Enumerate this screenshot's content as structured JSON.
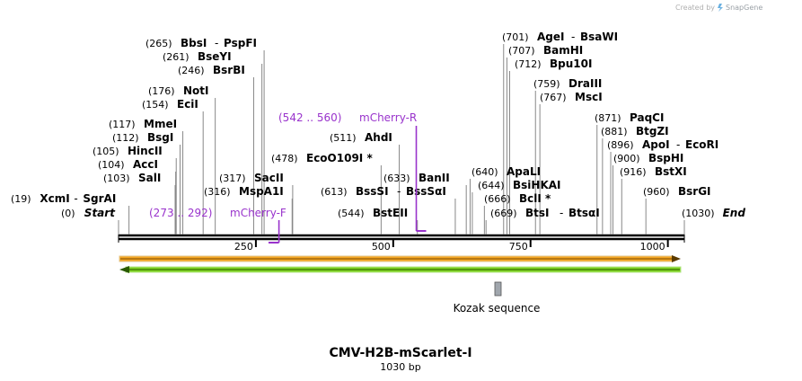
{
  "header": {
    "credit_prefix": "Created by",
    "credit_brand": "SnapGene"
  },
  "title": "CMV-H2B-mScarlet-I",
  "length_label": "1030 bp",
  "ruler": [
    {
      "pos": 250,
      "label": "250"
    },
    {
      "pos": 500,
      "label": "500"
    },
    {
      "pos": 750,
      "label": "750"
    },
    {
      "pos": 1000,
      "label": "1000"
    }
  ],
  "left_group": [
    {
      "num": "(265)",
      "enzymes": [
        "BbsI",
        "PspFI"
      ],
      "site": 265
    },
    {
      "num": "(261)",
      "enzymes": [
        "BseYI"
      ],
      "site": 261
    },
    {
      "num": "(246)",
      "enzymes": [
        "BsrBI"
      ],
      "site": 246
    },
    {
      "num": "(176)",
      "enzymes": [
        "NotI"
      ],
      "site": 176
    },
    {
      "num": "(154)",
      "enzymes": [
        "EciI"
      ],
      "site": 154
    },
    {
      "num": "(117)",
      "enzymes": [
        "MmeI"
      ],
      "site": 117
    },
    {
      "num": "(112)",
      "enzymes": [
        "BsgI"
      ],
      "site": 112
    },
    {
      "num": "(105)",
      "enzymes": [
        "HincII"
      ],
      "site": 105
    },
    {
      "num": "(104)",
      "enzymes": [
        "AccI"
      ],
      "site": 104
    },
    {
      "num": "(103)",
      "enzymes": [
        "SalI"
      ],
      "site": 103
    },
    {
      "num": "(19)",
      "enzymes": [
        "XcmI",
        "SgrAI"
      ],
      "site": 19
    },
    {
      "num": "(0)",
      "enzymes": [
        "Start"
      ],
      "site": 0,
      "italic": true
    }
  ],
  "mid_group": [
    {
      "num": "(317)",
      "enzymes": [
        "SacII"
      ],
      "site": 317
    },
    {
      "num": "(316)",
      "enzymes": [
        "MspA1I"
      ],
      "site": 316
    },
    {
      "num": "(478)",
      "enzymes": [
        "EcoO109I *"
      ],
      "site": 478
    },
    {
      "num": "(511)",
      "enzymes": [
        "AhdI"
      ],
      "site": 511
    },
    {
      "num": "(613)",
      "enzymes": [
        "BssSI",
        "BssSαI"
      ],
      "site": 613
    },
    {
      "num": "(544)",
      "enzymes": [
        "BstEII"
      ],
      "site": 544
    },
    {
      "num": "(633)",
      "enzymes": [
        "BanII"
      ],
      "site": 633
    }
  ],
  "right_group": [
    {
      "num": "(701)",
      "enzymes": [
        "AgeI",
        "BsaWI"
      ],
      "site": 701
    },
    {
      "num": "(707)",
      "enzymes": [
        "BamHI"
      ],
      "site": 707
    },
    {
      "num": "(712)",
      "enzymes": [
        "Bpu10I"
      ],
      "site": 712
    },
    {
      "num": "(759)",
      "enzymes": [
        "DraIII"
      ],
      "site": 759
    },
    {
      "num": "(767)",
      "enzymes": [
        "MscI"
      ],
      "site": 767
    },
    {
      "num": "(640)",
      "enzymes": [
        "ApaLI"
      ],
      "site": 640
    },
    {
      "num": "(644)",
      "enzymes": [
        "BsiHKAI"
      ],
      "site": 644
    },
    {
      "num": "(666)",
      "enzymes": [
        "BclI *"
      ],
      "site": 666
    },
    {
      "num": "(669)",
      "enzymes": [
        "BtsI",
        "BtsαI"
      ],
      "site": 669
    }
  ],
  "far_right_group": [
    {
      "num": "(871)",
      "enzymes": [
        "PaqCI"
      ],
      "site": 871
    },
    {
      "num": "(881)",
      "enzymes": [
        "BtgZI"
      ],
      "site": 881
    },
    {
      "num": "(896)",
      "enzymes": [
        "ApoI",
        "EcoRI"
      ],
      "site": 896
    },
    {
      "num": "(900)",
      "enzymes": [
        "BspHI"
      ],
      "site": 900
    },
    {
      "num": "(916)",
      "enzymes": [
        "BstXI"
      ],
      "site": 916
    },
    {
      "num": "(960)",
      "enzymes": [
        "BsrGI"
      ],
      "site": 960
    },
    {
      "num": "(1030)",
      "enzymes": [
        "End"
      ],
      "site": 1030,
      "italic": true
    }
  ],
  "primers": [
    {
      "range": "(542 .. 560)",
      "name": "mCherry-R",
      "start": 542,
      "end": 560,
      "color": "#9933cc"
    },
    {
      "range": "(273 .. 292)",
      "name": "mCherry-F",
      "start": 273,
      "end": 292,
      "color": "#9933cc"
    }
  ],
  "features": [
    {
      "name": "Kozak sequence",
      "start": 688,
      "end": 697,
      "color": "#a0a6ad"
    }
  ],
  "colors": {
    "orange_arrow": "#f5a623",
    "green_arrow": "#7ed321",
    "text": "#000000",
    "primer": "#9933cc"
  }
}
